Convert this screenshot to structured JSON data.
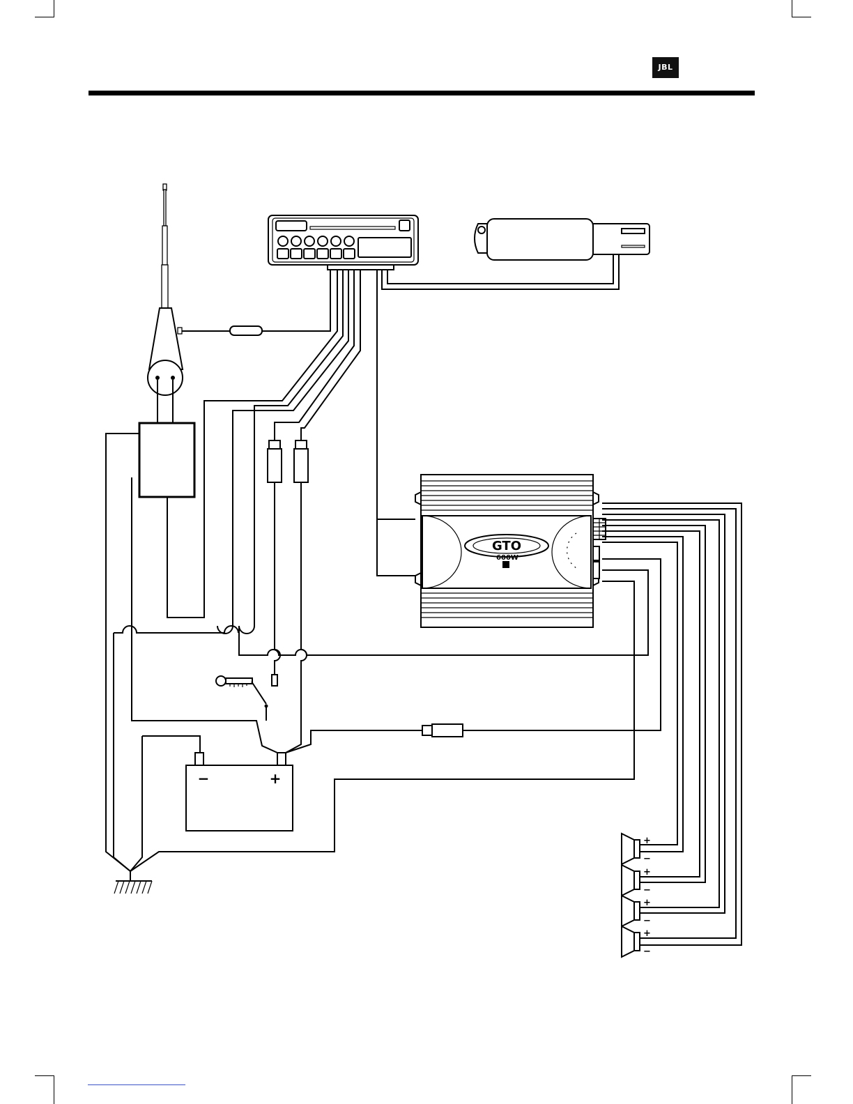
{
  "brand": {
    "logo_text": "JBL"
  },
  "amplifier": {
    "model_text": "GTO",
    "power_text": "600W"
  },
  "battery": {
    "minus": "−",
    "plus": "+"
  },
  "speakers": [
    {
      "plus": "+",
      "minus": "−"
    },
    {
      "plus": "+",
      "minus": "−"
    },
    {
      "plus": "+",
      "minus": "−"
    },
    {
      "plus": "+",
      "minus": "−"
    }
  ]
}
